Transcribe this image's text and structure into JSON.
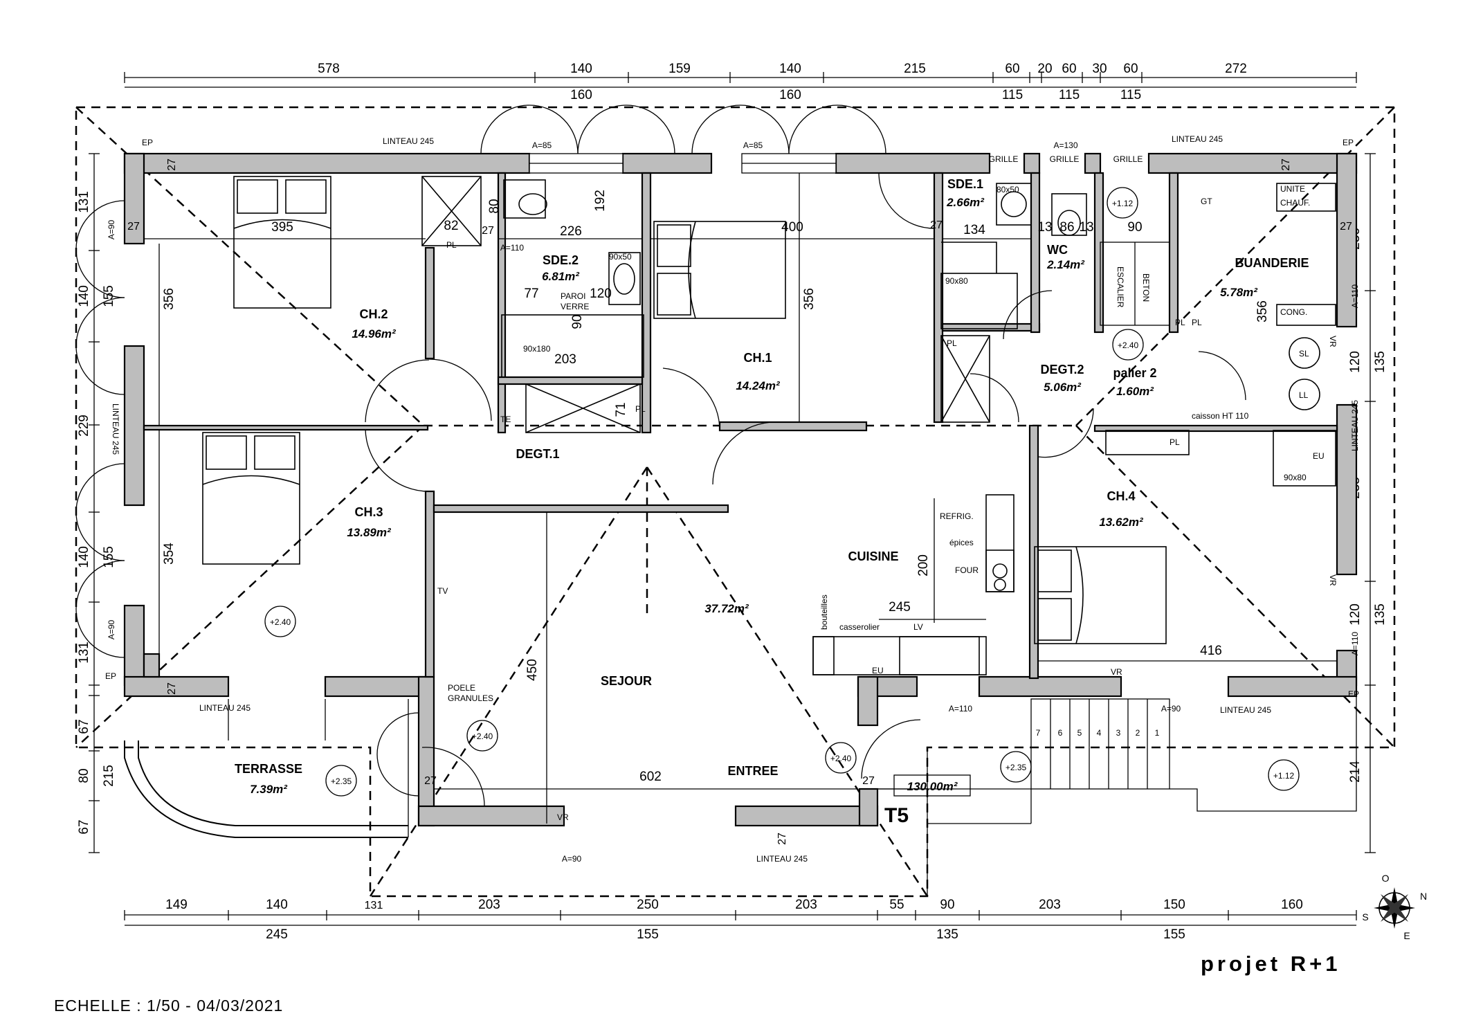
{
  "sheet": {
    "project_label": "projet   R+1",
    "scale_label": "ECHELLE : 1/50 - 04/03/2021",
    "unit_type": "T5",
    "total_area": "130.00m²"
  },
  "dims_top_outer": [
    "578",
    "140",
    "159",
    "140",
    "215",
    "60",
    "20",
    "60",
    "30",
    "60",
    "272"
  ],
  "dims_top_inner": [
    "160",
    "160",
    "115",
    "115",
    "115"
  ],
  "dims_bottom_outer": [
    "149",
    "140",
    "131",
    "203",
    "250",
    "203",
    "55",
    "90",
    "203",
    "150",
    "160"
  ],
  "dims_bottom_inner": [
    "245",
    "155",
    "135",
    "155"
  ],
  "dims_left": [
    "131",
    "140",
    "155",
    "229",
    "140",
    "155",
    "131",
    "67",
    "80",
    "215",
    "67"
  ],
  "dims_right": [
    "236",
    "135",
    "120",
    "235",
    "120",
    "135",
    "214"
  ],
  "rooms": [
    {
      "name": "CH.2",
      "area": "14.96m²"
    },
    {
      "name": "SDE.2",
      "area": "6.81m²"
    },
    {
      "name": "CH.1",
      "area": "14.24m²"
    },
    {
      "name": "SDE.1",
      "area": "2.66m²"
    },
    {
      "name": "WC",
      "area": "2.14m²"
    },
    {
      "name": "BUANDERIE",
      "area": "5.78m²"
    },
    {
      "name": "DEGT.2",
      "area": "5.06m²"
    },
    {
      "name": "palier 2",
      "area": "1.60m²"
    },
    {
      "name": "DEGT.1",
      "area": ""
    },
    {
      "name": "CH.3",
      "area": "13.89m²"
    },
    {
      "name": "CUISINE",
      "area": ""
    },
    {
      "name": "CH.4",
      "area": "13.62m²"
    },
    {
      "name": "SEJOUR",
      "area": "37.72m²"
    },
    {
      "name": "ENTREE",
      "area": ""
    },
    {
      "name": "TERRASSE",
      "area": "7.39m²"
    }
  ],
  "interior_dims": {
    "ch2_width": "395",
    "ch2_height": "356",
    "sde2_226": "226",
    "sde2_192": "192",
    "sde2_80": "80",
    "sde2_82": "82",
    "sde2_77": "77",
    "sde2_120": "120",
    "sde2_203": "203",
    "sde2_90": "90",
    "sde2_71": "71",
    "ch1_width": "400",
    "ch1_height": "356",
    "sde1_134": "134",
    "wc_13a": "13",
    "wc_86": "86",
    "wc_13b": "13",
    "stair_90": "90",
    "buand_356": "356",
    "ch3_354": "354",
    "sejour_450": "450",
    "sejour_602": "602",
    "cuisine_200": "200",
    "cuisine_245": "245",
    "ch4_416": "416",
    "w27_a": "27",
    "w27_b": "27",
    "w27_c": "27",
    "w27_d": "27",
    "w27_e": "27",
    "w27_f": "27",
    "w27_g": "27",
    "w27_h": "27",
    "w27_i": "27",
    "w27_j": "27"
  },
  "annotations": {
    "linteau_top_left": "LINTEAU 245",
    "linteau_top_right": "LINTEAU 245",
    "linteau_bottom_left": "LINTEAU 245",
    "linteau_bottom_mid": "LINTEAU 245",
    "linteau_bottom_right": "LINTEAU 245",
    "linteau_left": "LINTEAU 245",
    "linteau_right": "LINTEAU 245",
    "a85_1": "A=85",
    "a85_2": "A=85",
    "a130": "A=130",
    "a110_1": "A=110",
    "a110_2": "A=110",
    "a90_1": "A=90",
    "a90_2": "A=90",
    "a90_left1": "A=90",
    "a90_left2": "A=90",
    "a110_right1": "A=110",
    "a110_right2": "A=110",
    "grille1": "GRILLE",
    "grille2": "GRILLE",
    "grille3": "GRILLE",
    "ep1": "EP",
    "ep2": "EP",
    "ep3": "EP",
    "ep4": "EP",
    "pl1": "PL",
    "pl2": "PL",
    "pl3": "PL",
    "pl4": "PL",
    "pl5": "PL",
    "pl6": "PL",
    "vr1": "VR",
    "vr2": "VR",
    "vr3": "VR",
    "vr4": "VR",
    "shower1": "90x50",
    "shower2": "90x180",
    "shower3": "90x80",
    "shower4": "80x50",
    "shower5": "90x80",
    "paroi": "PAROI",
    "verre": "VERRE",
    "te": "TE",
    "tv": "TV",
    "gt": "GT",
    "unite": "UNITE",
    "chauf": "CHAUF.",
    "cong": "CONG.",
    "sl": "SL",
    "ll": "LL",
    "caisson": "caisson HT 110",
    "escalier": "ESCALIER",
    "beton": "BETON",
    "refrig": "REFRIG.",
    "epices": "épices",
    "four": "FOUR",
    "bouteilles": "bouteilles",
    "casserolier": "casserolier",
    "lv": "LV",
    "eu": "EU",
    "eu2": "EU",
    "poele1": "POELE",
    "poele2": "GRANULES",
    "lvl_240a": "+2.40",
    "lvl_240b": "+2.40",
    "lvl_240c": "+2.40",
    "lvl_240d": "+2.40",
    "lvl_235a": "+2.35",
    "lvl_235b": "+2.35",
    "lvl_112a": "+1.12",
    "lvl_112b": "+1.12",
    "steps": [
      "7",
      "6",
      "5",
      "4",
      "3",
      "2",
      "1"
    ],
    "compass": [
      "O",
      "N",
      "S",
      "E"
    ]
  }
}
